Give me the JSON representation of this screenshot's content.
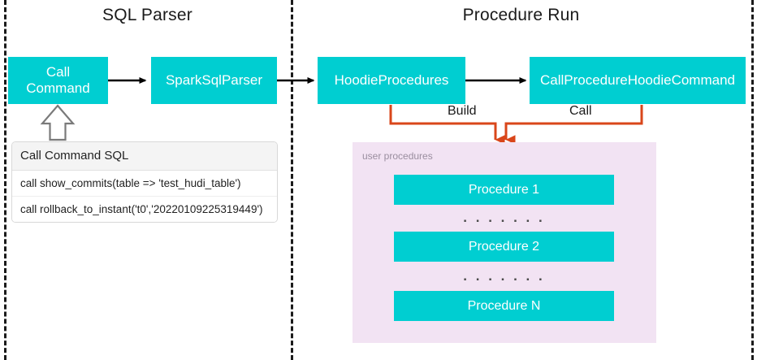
{
  "diagram": {
    "title_left": "SQL Parser",
    "title_right": "Procedure Run",
    "colors": {
      "node_fill": "#00CED1",
      "node_text": "#FFFFFF",
      "panel_fill": "#F2E3F3",
      "orange_connector": "#D9461A",
      "black_arrow": "#000000",
      "divider": "#1A1A1A"
    }
  },
  "nodes": {
    "call_command": "Call\nCommand",
    "spark_sql_parser": "SparkSqlParser",
    "hoodie_procedures": "HoodieProcedures",
    "call_procedure_hoodie_command": "CallProcedureHoodieCommand"
  },
  "edge_labels": {
    "build": "Build",
    "call": "Call"
  },
  "sql_card": {
    "header": "Call Command SQL",
    "rows": [
      "call show_commits(table => 'test_hudi_table')",
      "call rollback_to_instant('t0','20220109225319449')"
    ]
  },
  "user_procedures": {
    "label": "user procedures",
    "items": [
      "Procedure 1",
      "Procedure 2",
      "Procedure N"
    ],
    "separator": ". . . . . . ."
  }
}
